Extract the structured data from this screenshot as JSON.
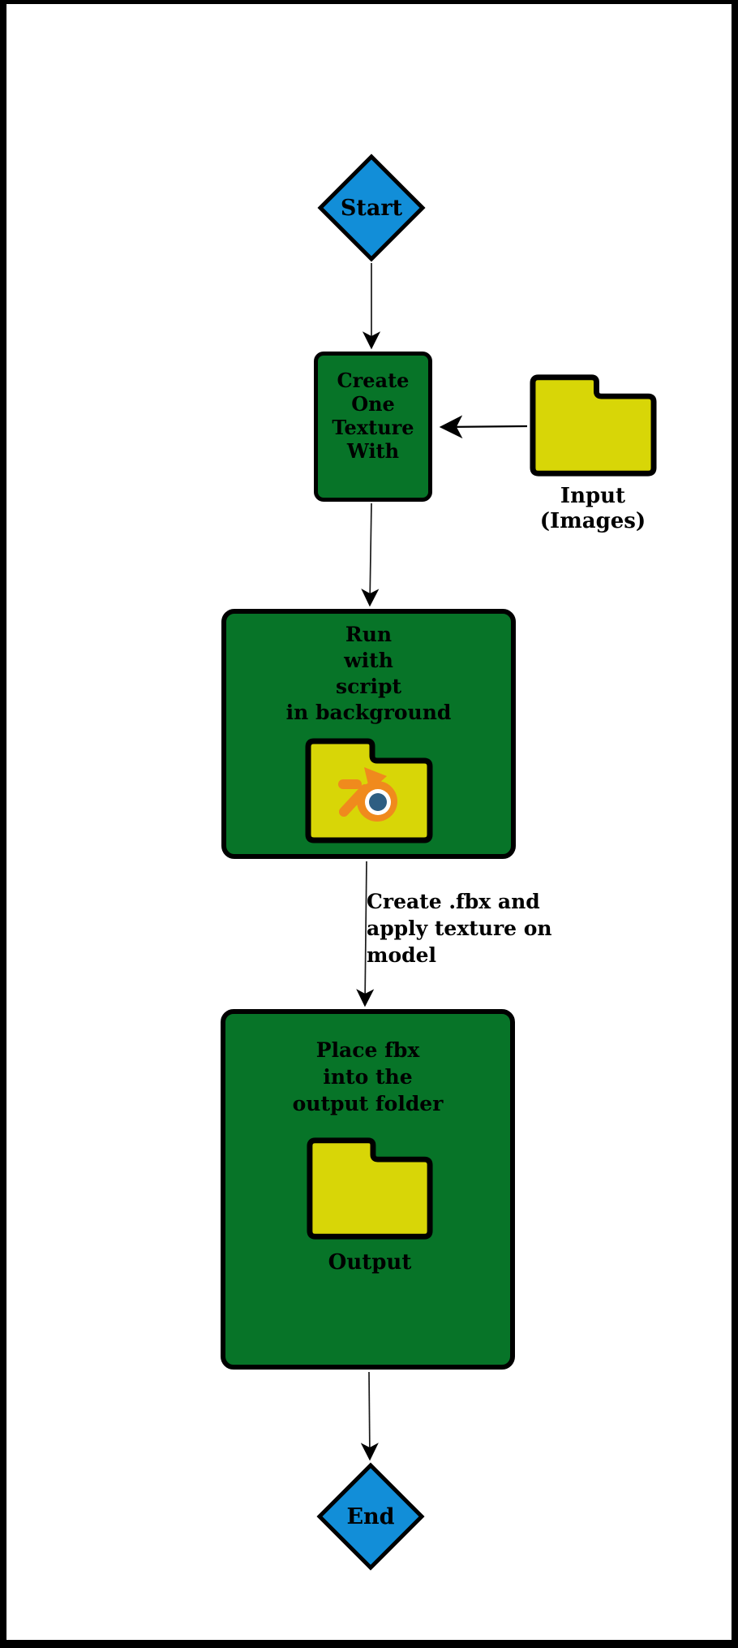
{
  "flow": {
    "start": {
      "label": "Start"
    },
    "step_create_texture": {
      "lines": [
        "Create",
        "One",
        "Texture",
        "With"
      ]
    },
    "input_folder": {
      "icon": "folder-icon",
      "label_lines": [
        "Input",
        "(Images)"
      ]
    },
    "step_run_script": {
      "lines": [
        "Run",
        "with",
        "script",
        "in background"
      ],
      "icon": "blender-folder-icon"
    },
    "edge_create_fbx": {
      "lines": [
        "Create .fbx and",
        "apply texture on",
        "model"
      ]
    },
    "step_place_fbx": {
      "lines": [
        "Place fbx",
        "into the",
        "output folder"
      ],
      "folder_label": "Output",
      "icon": "folder-icon"
    },
    "end": {
      "label": "End"
    },
    "colors": {
      "process_green": "#077428",
      "terminal_blue": "#128ed8",
      "folder_yellow": "#d8d607",
      "blender_orange": "#f08a1d",
      "blender_core_blue": "#2e5e82",
      "outline": "#000000",
      "background": "#ffffff"
    }
  }
}
